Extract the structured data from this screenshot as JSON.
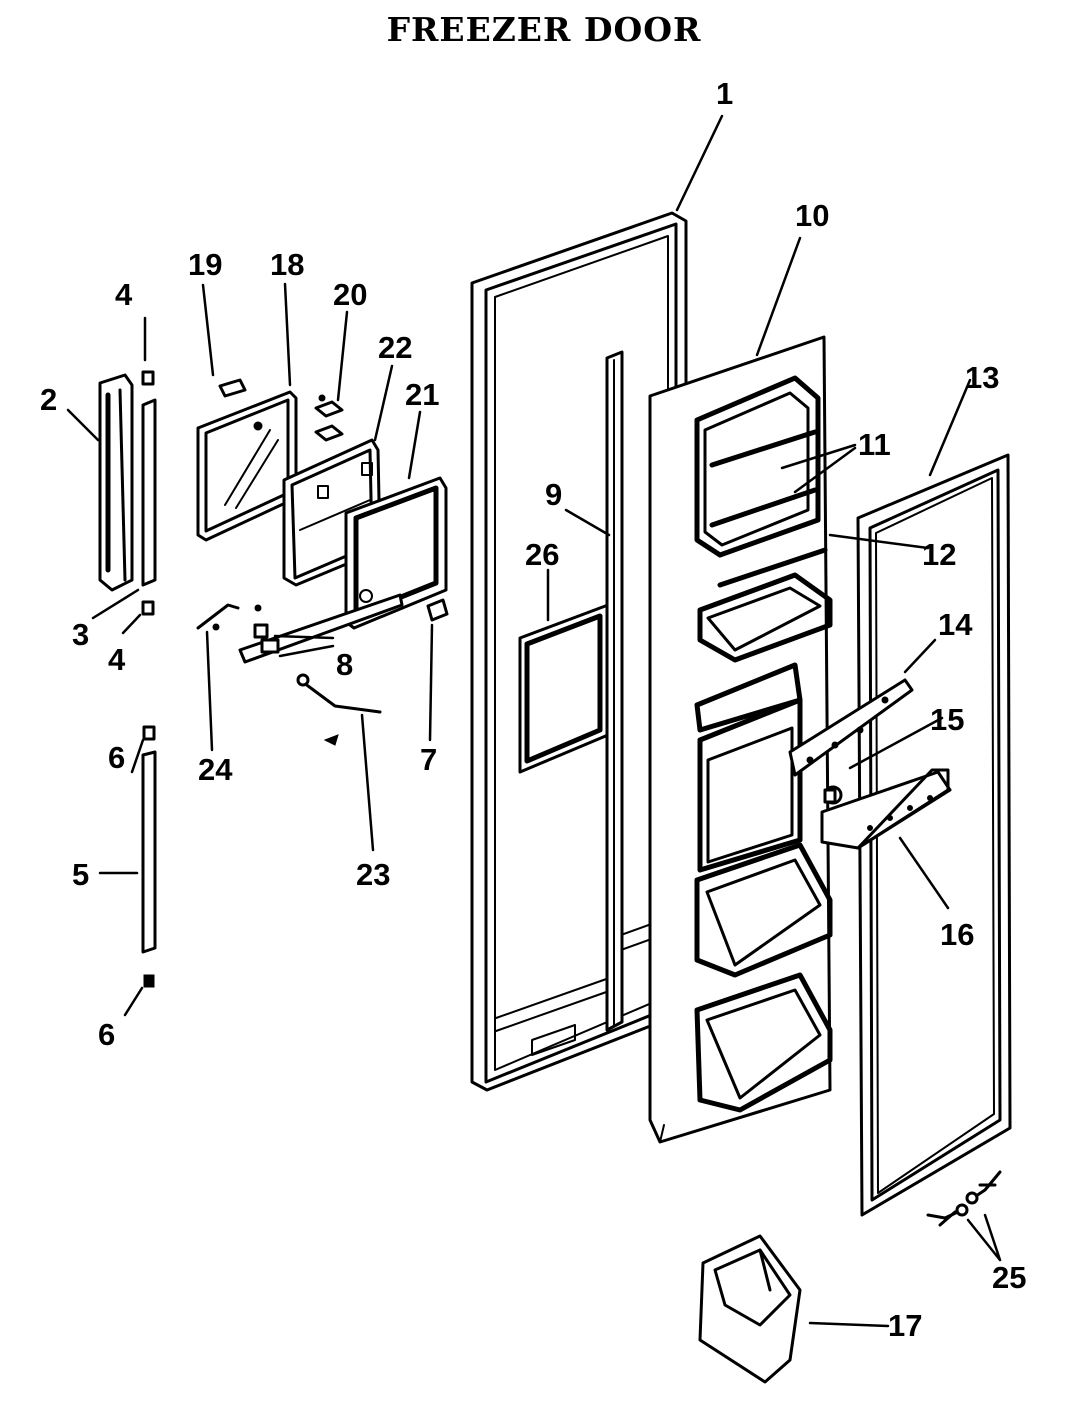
{
  "title": "FREEZER DOOR",
  "callouts": [
    "1",
    "2",
    "3",
    "4",
    "4",
    "5",
    "6",
    "6",
    "7",
    "8",
    "9",
    "10",
    "11",
    "12",
    "13",
    "14",
    "15",
    "16",
    "17",
    "18",
    "19",
    "20",
    "21",
    "22",
    "23",
    "24",
    "25",
    "26"
  ]
}
